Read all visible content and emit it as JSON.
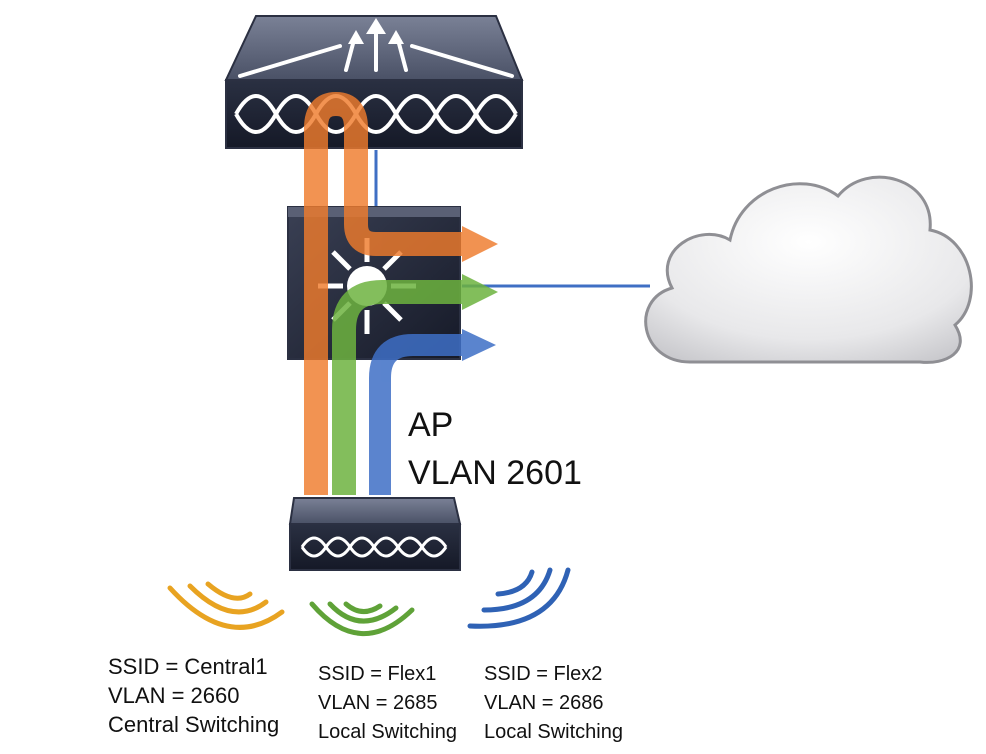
{
  "diagram": {
    "title": "",
    "nodes": [
      {
        "id": "controller",
        "icon": "wireless-controller-icon"
      },
      {
        "id": "l3-switch",
        "icon": "layer3-switch-icon"
      },
      {
        "id": "access-point",
        "icon": "access-point-icon"
      },
      {
        "id": "network-cloud",
        "icon": "cloud-icon"
      }
    ],
    "ap_label": {
      "line1": "AP",
      "line2": "VLAN 2601"
    },
    "ssids": [
      {
        "ssid": "SSID = Central1",
        "vlan": "VLAN = 2660",
        "mode": "Central Switching",
        "color": "#E8A321"
      },
      {
        "ssid": "SSID = Flex1",
        "vlan": "VLAN = 2685",
        "mode": "Local Switching",
        "color": "#5FA238"
      },
      {
        "ssid": "SSID = Flex2",
        "vlan": "VLAN = 2686",
        "mode": "Local Switching",
        "color": "#2F62B5"
      }
    ],
    "flows": [
      {
        "name": "central",
        "color": "#EF7B2C"
      },
      {
        "name": "flex1",
        "color": "#6DB33F"
      },
      {
        "name": "flex2",
        "color": "#3E6FC6"
      }
    ],
    "link_color": "#3F6FC4",
    "device_color": "#1E2333"
  }
}
